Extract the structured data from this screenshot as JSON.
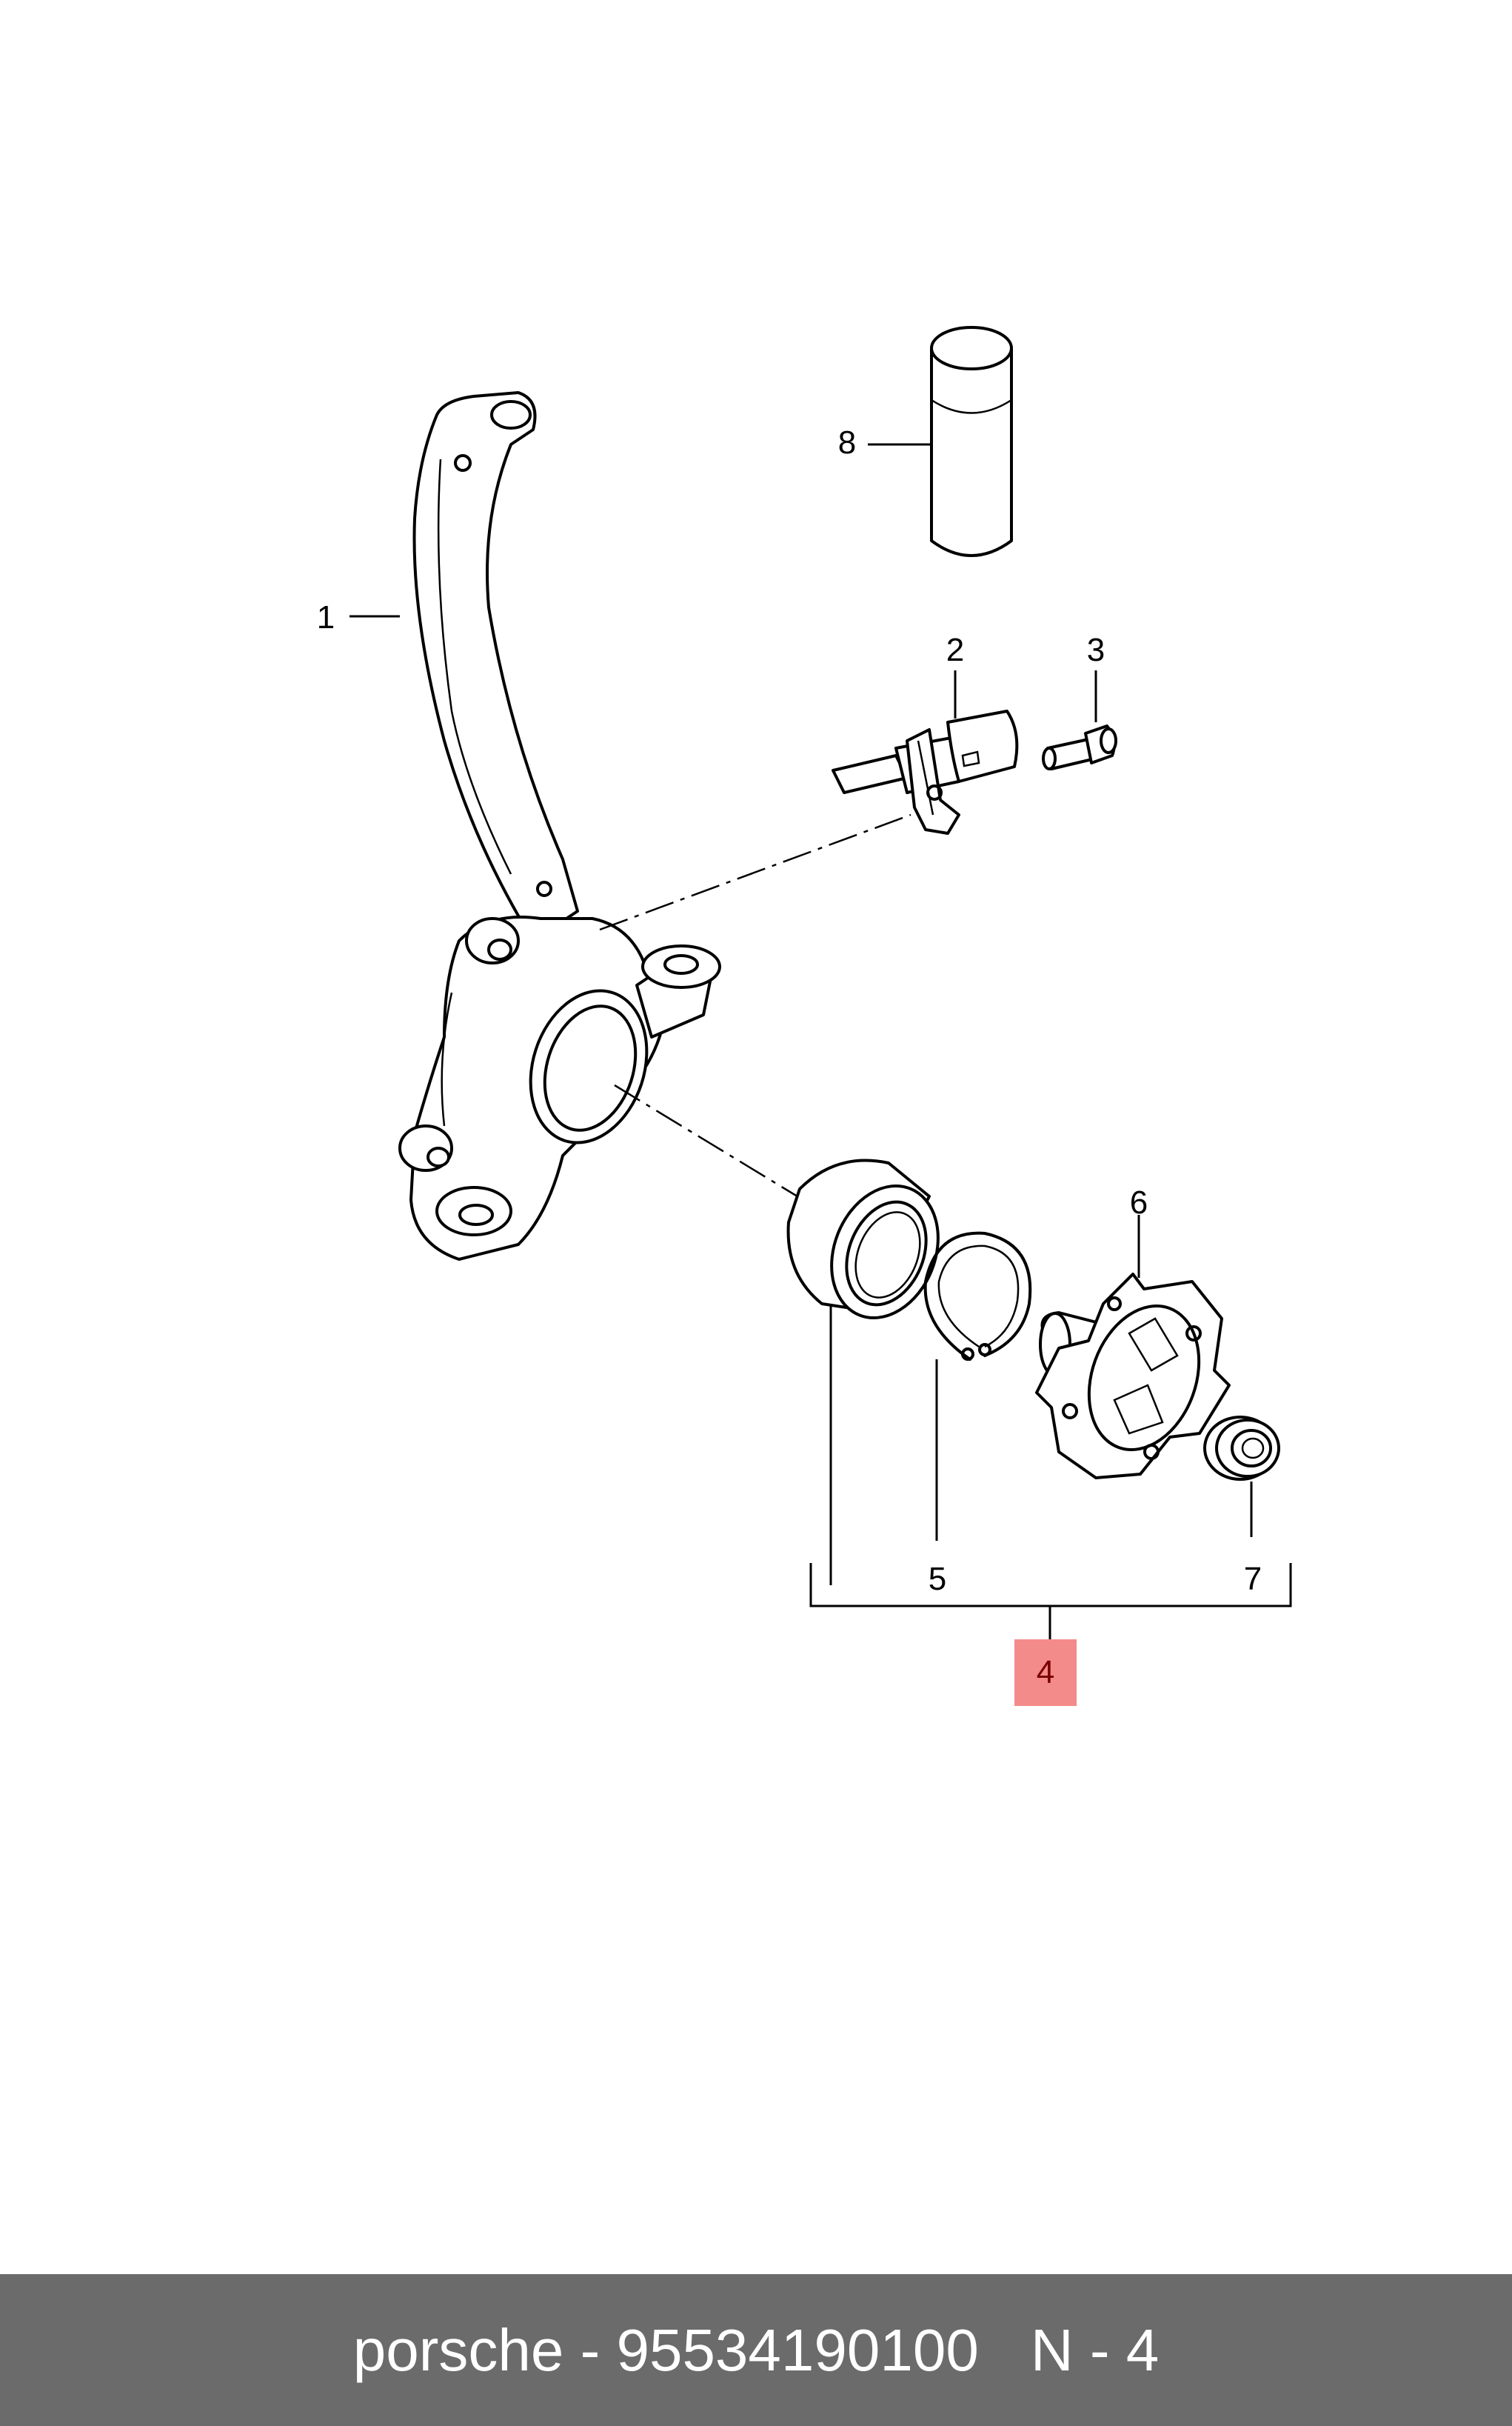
{
  "callouts": {
    "c1": "1",
    "c2": "2",
    "c3": "3",
    "c4": "4",
    "c5": "5",
    "c6": "6",
    "c7": "7",
    "c8": "8"
  },
  "colors": {
    "highlight": "#f48b8b",
    "footer_bg": "#6b6b6b",
    "footer_text": "#ffffff"
  },
  "footer": {
    "part_text": "porsche - 95534190100",
    "position_text": "N - 4"
  }
}
